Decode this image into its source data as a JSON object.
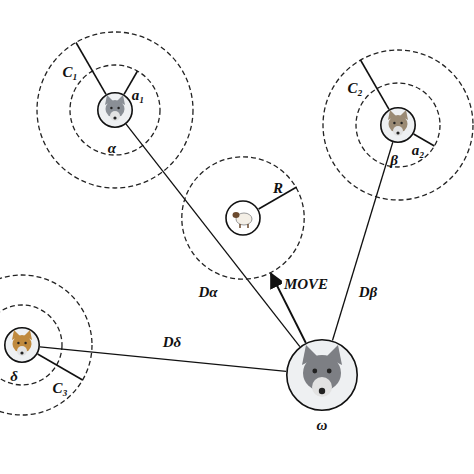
{
  "diagram": {
    "nodes": [
      {
        "text": [
          "α"
        ]
      },
      {
        "text": [
          "β"
        ]
      },
      {
        "text": [
          "R"
        ]
      },
      {
        "text": [
          "δ"
        ]
      },
      {
        "text": [
          "ω"
        ]
      }
    ],
    "edges": [
      {
        "from": 4,
        "to": 0,
        "label": "Dα",
        "arrow": "none"
      },
      {
        "from": 4,
        "to": 1,
        "label": "Dβ",
        "arrow": "none"
      },
      {
        "from": 4,
        "to": 3,
        "label": "Dδ",
        "arrow": "none"
      },
      {
        "from": 4,
        "to": 2,
        "label": "MOVE",
        "arrow": "to"
      }
    ],
    "labels": [
      "C₁",
      "a₁",
      "C₂",
      "a₂",
      "C₃"
    ]
  }
}
